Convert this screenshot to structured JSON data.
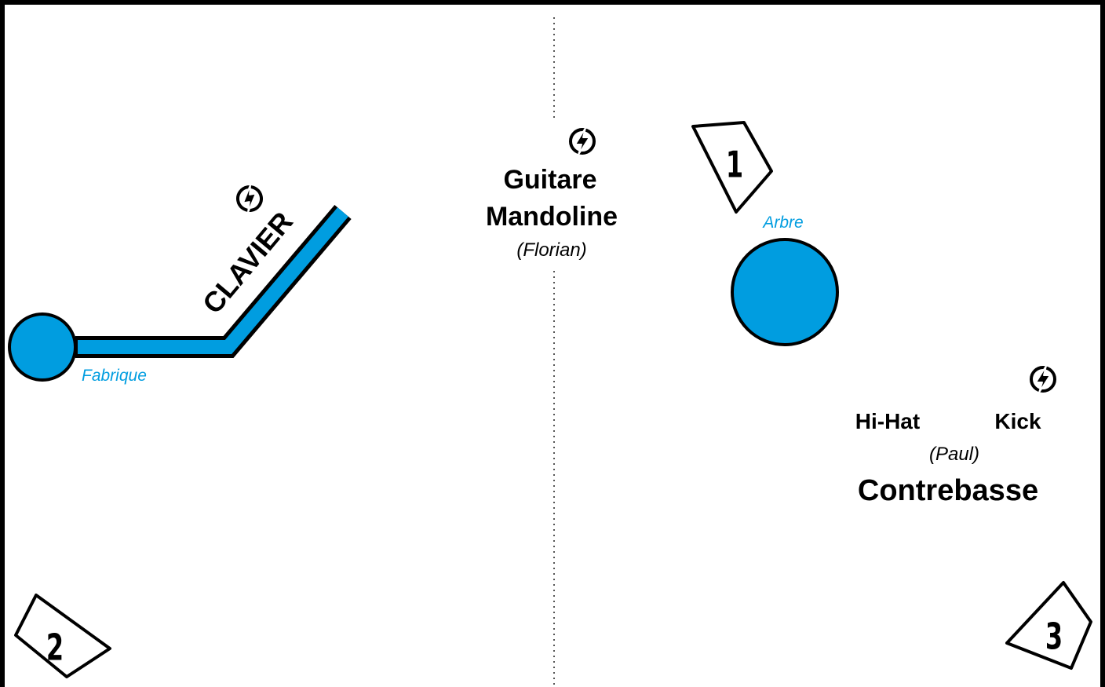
{
  "colors": {
    "accent": "#009de0",
    "ink": "#000000",
    "background": "#ffffff"
  },
  "stage": {
    "center_line": "dotted"
  },
  "markers": [
    {
      "number": "1"
    },
    {
      "number": "2"
    },
    {
      "number": "3"
    }
  ],
  "places": {
    "fabrique": "Fabrique",
    "arbre": "Arbre"
  },
  "instruments": {
    "clavier": "CLAVIER",
    "guitare": "Guitare",
    "mandoline": "Mandoline",
    "florian": "(Florian)",
    "hihat": "Hi-Hat",
    "kick": "Kick",
    "paul": "(Paul)",
    "contrebasse": "Contrebasse"
  },
  "icons": {
    "power": "lightning-bolt-circle-icon"
  }
}
